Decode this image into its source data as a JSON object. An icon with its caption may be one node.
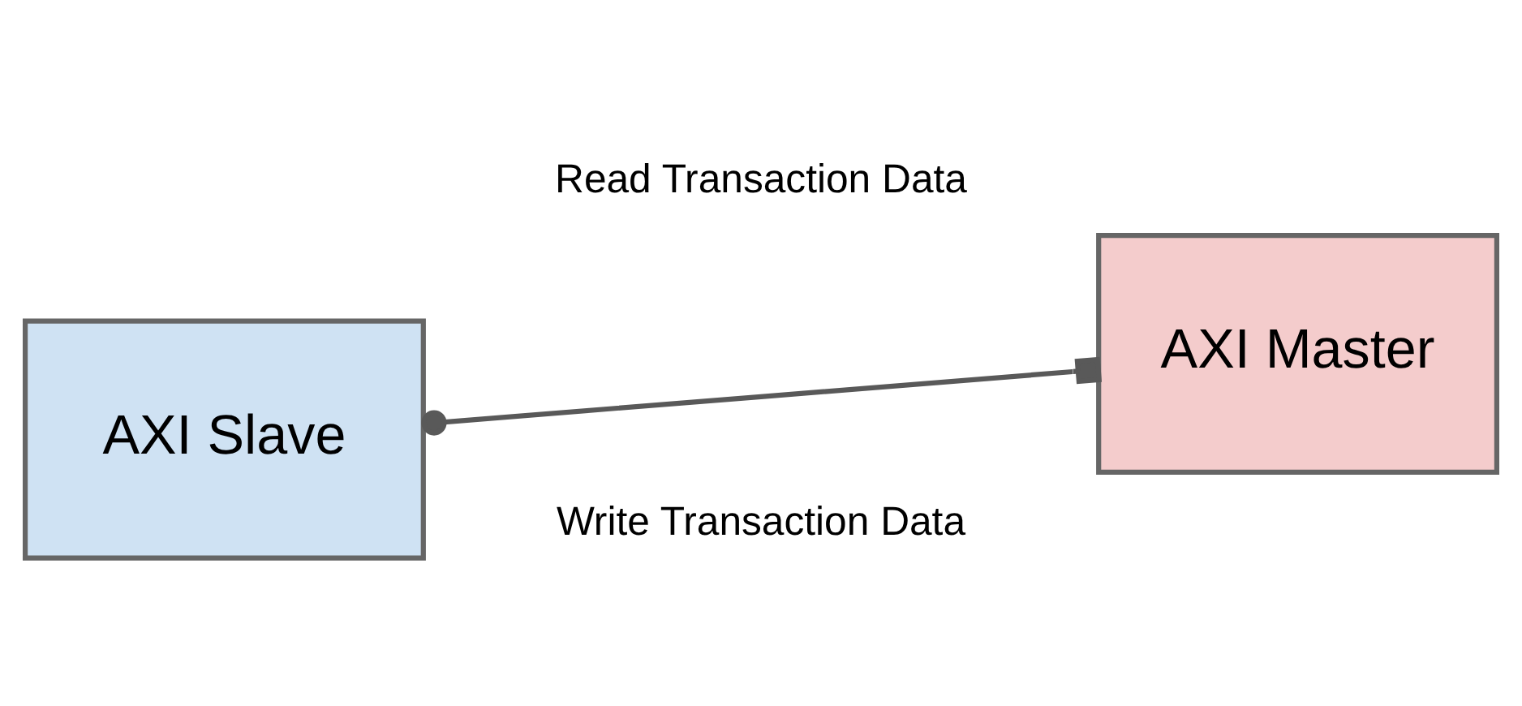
{
  "diagram": {
    "nodes": [
      {
        "text": [
          "AXI Slave"
        ]
      },
      {
        "text": [
          "AXI Master"
        ]
      }
    ],
    "edges": [
      {
        "from": 0,
        "to": 1,
        "arrow": "other"
      }
    ],
    "labels": [
      "Write Transaction Data",
      "Read Transaction Data"
    ]
  }
}
